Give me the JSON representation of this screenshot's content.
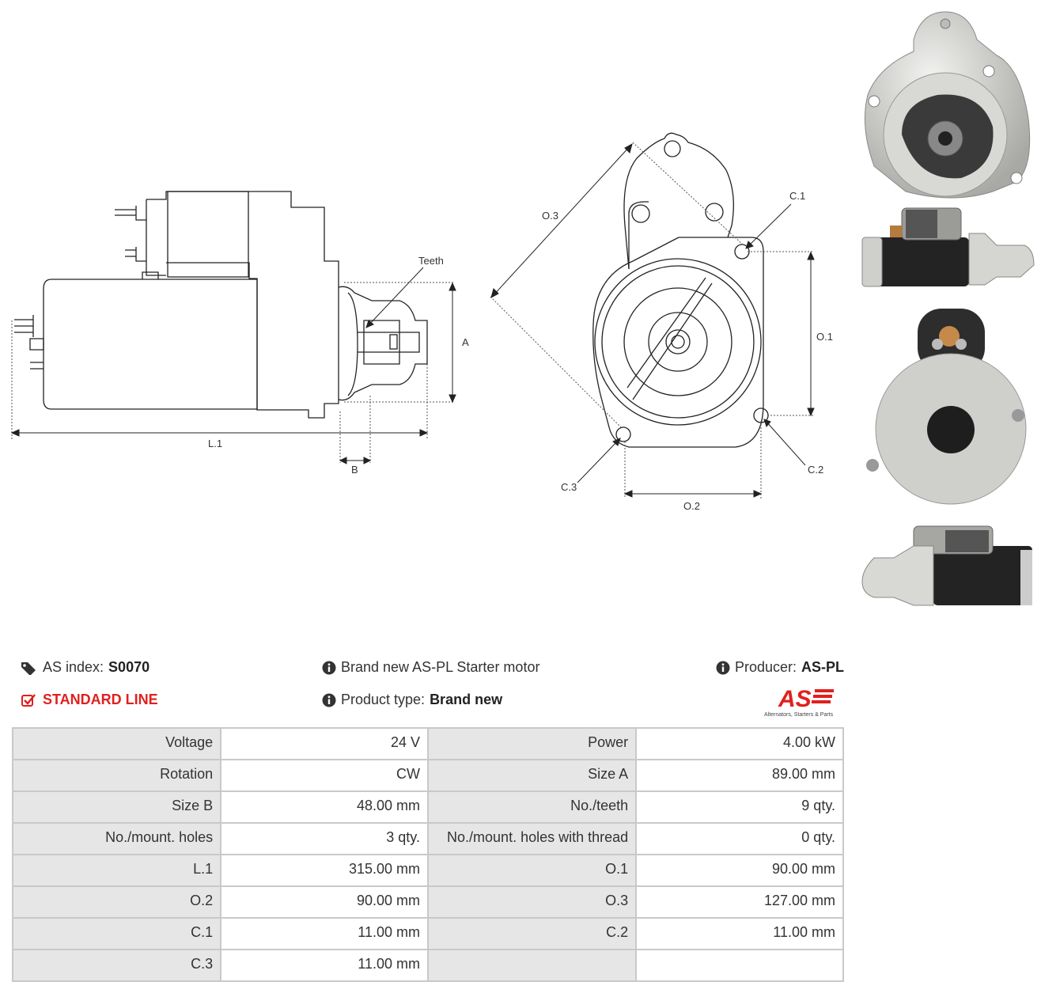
{
  "drawing_labels": {
    "teeth": "Teeth",
    "a": "A",
    "l1": "L.1",
    "b": "B",
    "o3": "O.3",
    "c1": "C.1",
    "o1": "O.1",
    "c2": "C.2",
    "c3": "C.3",
    "o2": "O.2"
  },
  "info": {
    "as_index_label": "AS index:",
    "as_index_value": "S0070",
    "line_label": "STANDARD LINE",
    "description": "Brand new AS-PL Starter motor",
    "product_type_label": "Product type:",
    "product_type_value": "Brand new",
    "producer_label": "Producer:",
    "producer_value": "AS-PL",
    "logo_text": "AS",
    "logo_tagline": "Alternators, Starters & Parts"
  },
  "specs": [
    {
      "l1": "Voltage",
      "v1": "24 V",
      "l2": "Power",
      "v2": "4.00 kW"
    },
    {
      "l1": "Rotation",
      "v1": "CW",
      "l2": "Size A",
      "v2": "89.00 mm"
    },
    {
      "l1": "Size B",
      "v1": "48.00 mm",
      "l2": "No./teeth",
      "v2": "9 qty."
    },
    {
      "l1": "No./mount. holes",
      "v1": "3 qty.",
      "l2": "No./mount. holes with thread",
      "v2": "0 qty."
    },
    {
      "l1": "L.1",
      "v1": "315.00 mm",
      "l2": "O.1",
      "v2": "90.00 mm"
    },
    {
      "l1": "O.2",
      "v1": "90.00 mm",
      "l2": "O.3",
      "v2": "127.00 mm"
    },
    {
      "l1": "C.1",
      "v1": "11.00 mm",
      "l2": "C.2",
      "v2": "11.00 mm"
    },
    {
      "l1": "C.3",
      "v1": "11.00 mm",
      "l2": "",
      "v2": ""
    }
  ],
  "colors": {
    "accent_red": "#e0201e",
    "label_bg": "#e6e6e6",
    "border": "#c9c9c9"
  }
}
